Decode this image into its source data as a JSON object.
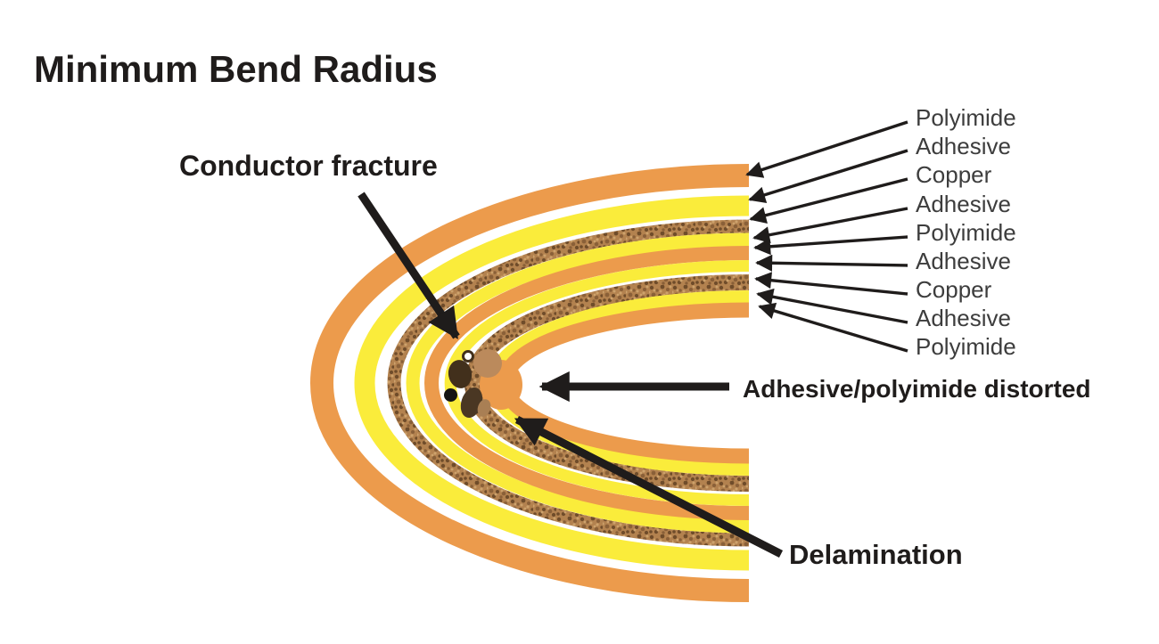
{
  "title": "Minimum Bend Radius",
  "colors": {
    "ink": "#1F1C1B",
    "label_text": "#3D3D3D",
    "background": "#FFFFFF"
  },
  "materials": {
    "polyimide": {
      "name": "Polyimide",
      "color": "#EC9B4C"
    },
    "adhesive": {
      "name": "Adhesive",
      "color": "#FAEC3B"
    },
    "copper": {
      "name": "Copper",
      "color": "#B3824F",
      "speckle_dark": "#6F4C2A",
      "speckle_mid": "#8A6038",
      "speckle_light": "#CDA26C"
    }
  },
  "layers": [
    {
      "label": "Polyimide",
      "material": "polyimide"
    },
    {
      "label": "Adhesive",
      "material": "adhesive"
    },
    {
      "label": "Copper",
      "material": "copper"
    },
    {
      "label": "Adhesive",
      "material": "adhesive"
    },
    {
      "label": "Polyimide",
      "material": "polyimide"
    },
    {
      "label": "Adhesive",
      "material": "adhesive"
    },
    {
      "label": "Copper",
      "material": "copper"
    },
    {
      "label": "Adhesive",
      "material": "adhesive"
    },
    {
      "label": "Polyimide",
      "material": "polyimide"
    }
  ],
  "annotations": {
    "conductor_fracture": "Conductor fracture",
    "adhesive_distorted": "Adhesive/polyimide distorted",
    "delamination": "Delamination"
  },
  "damage_colors": {
    "dark": "#42301C",
    "dark2": "#4A3723",
    "black": "#141414",
    "tan": "#BB8A5C",
    "tan2": "#A97F54",
    "white": "#FFFFFF"
  }
}
